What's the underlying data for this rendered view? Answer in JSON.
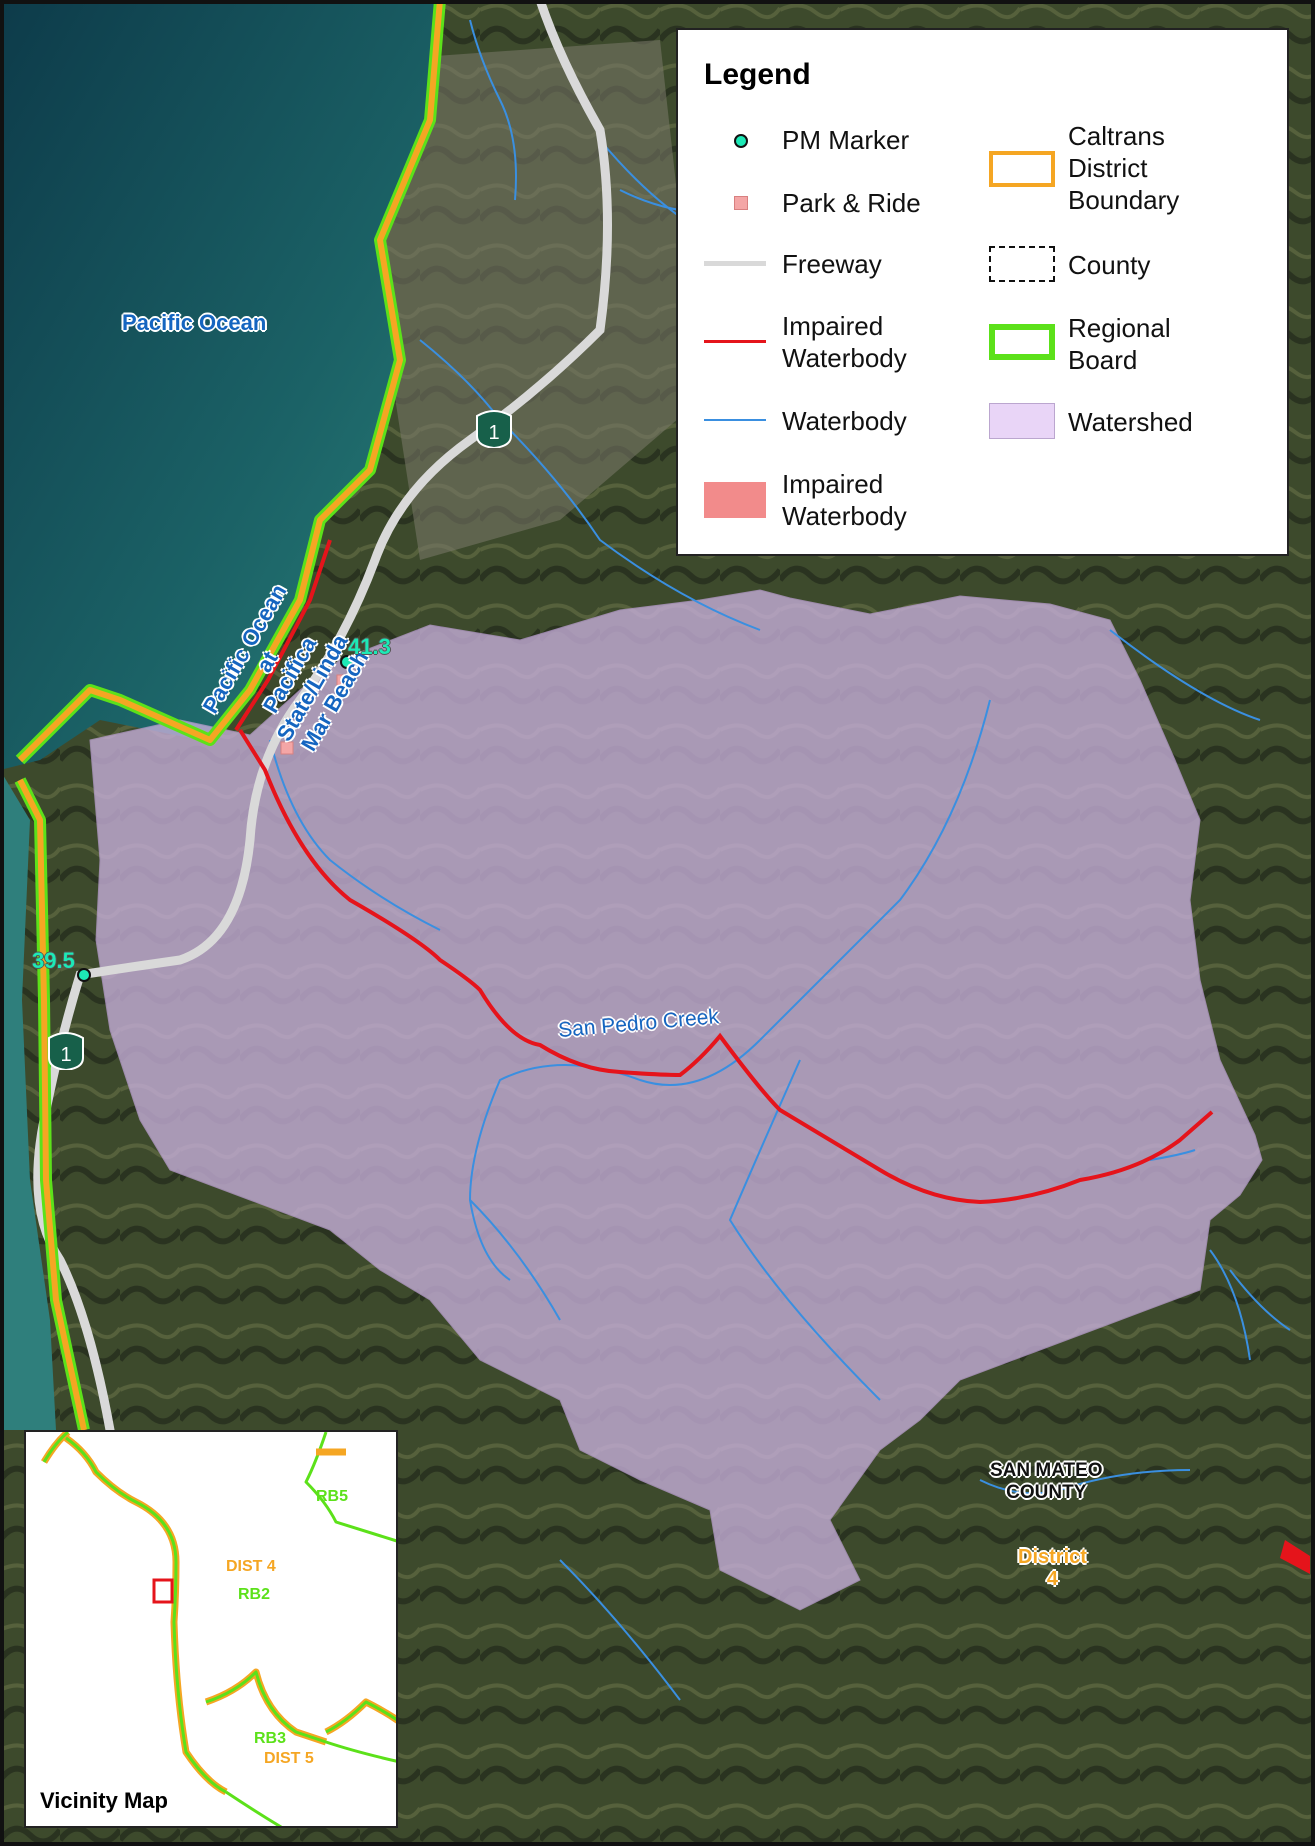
{
  "legend": {
    "title": "Legend",
    "items": [
      {
        "key": "pm_marker",
        "label": "PM Marker"
      },
      {
        "key": "park_ride",
        "label": "Park & Ride"
      },
      {
        "key": "freeway",
        "label": "Freeway"
      },
      {
        "key": "impaired_line",
        "label": "Impaired\nWaterbody"
      },
      {
        "key": "waterbody",
        "label": "Waterbody"
      },
      {
        "key": "impaired_area",
        "label": "Impaired\nWaterbody"
      },
      {
        "key": "caltrans",
        "label": "Caltrans\nDistrict\nBoundary"
      },
      {
        "key": "county",
        "label": "County"
      },
      {
        "key": "regional_board",
        "label": "Regional\nBoard"
      },
      {
        "key": "watershed",
        "label": "Watershed"
      }
    ]
  },
  "labels": {
    "ocean": "Pacific Ocean",
    "beach": "Pacific Ocean at\nPacifica State/Linda\nMar Beach",
    "creek": "San Pedro Creek",
    "county": "SAN MATEO\nCOUNTY",
    "district": "District\n4"
  },
  "pm_markers": [
    {
      "label": "41.3"
    },
    {
      "label": "39.5"
    }
  ],
  "shields": [
    {
      "route": "1"
    },
    {
      "route": "1"
    }
  ],
  "vicinity": {
    "title": "Vicinity Map",
    "dist4": "DIST 4",
    "rb2": "RB2",
    "rb5": "RB5",
    "rb3": "RB3",
    "dist5": "DIST 5"
  },
  "colors": {
    "caltrans": "#f5a623",
    "regional_board": "#5ce11a",
    "impaired": "#e5141b",
    "waterbody": "#3a8fe0",
    "watershed": "#e9d5f7",
    "pm_marker": "#1de9b6",
    "park_ride": "#f4a6a6",
    "freeway": "#d9d9d9",
    "ocean": "#1f6b6e"
  }
}
